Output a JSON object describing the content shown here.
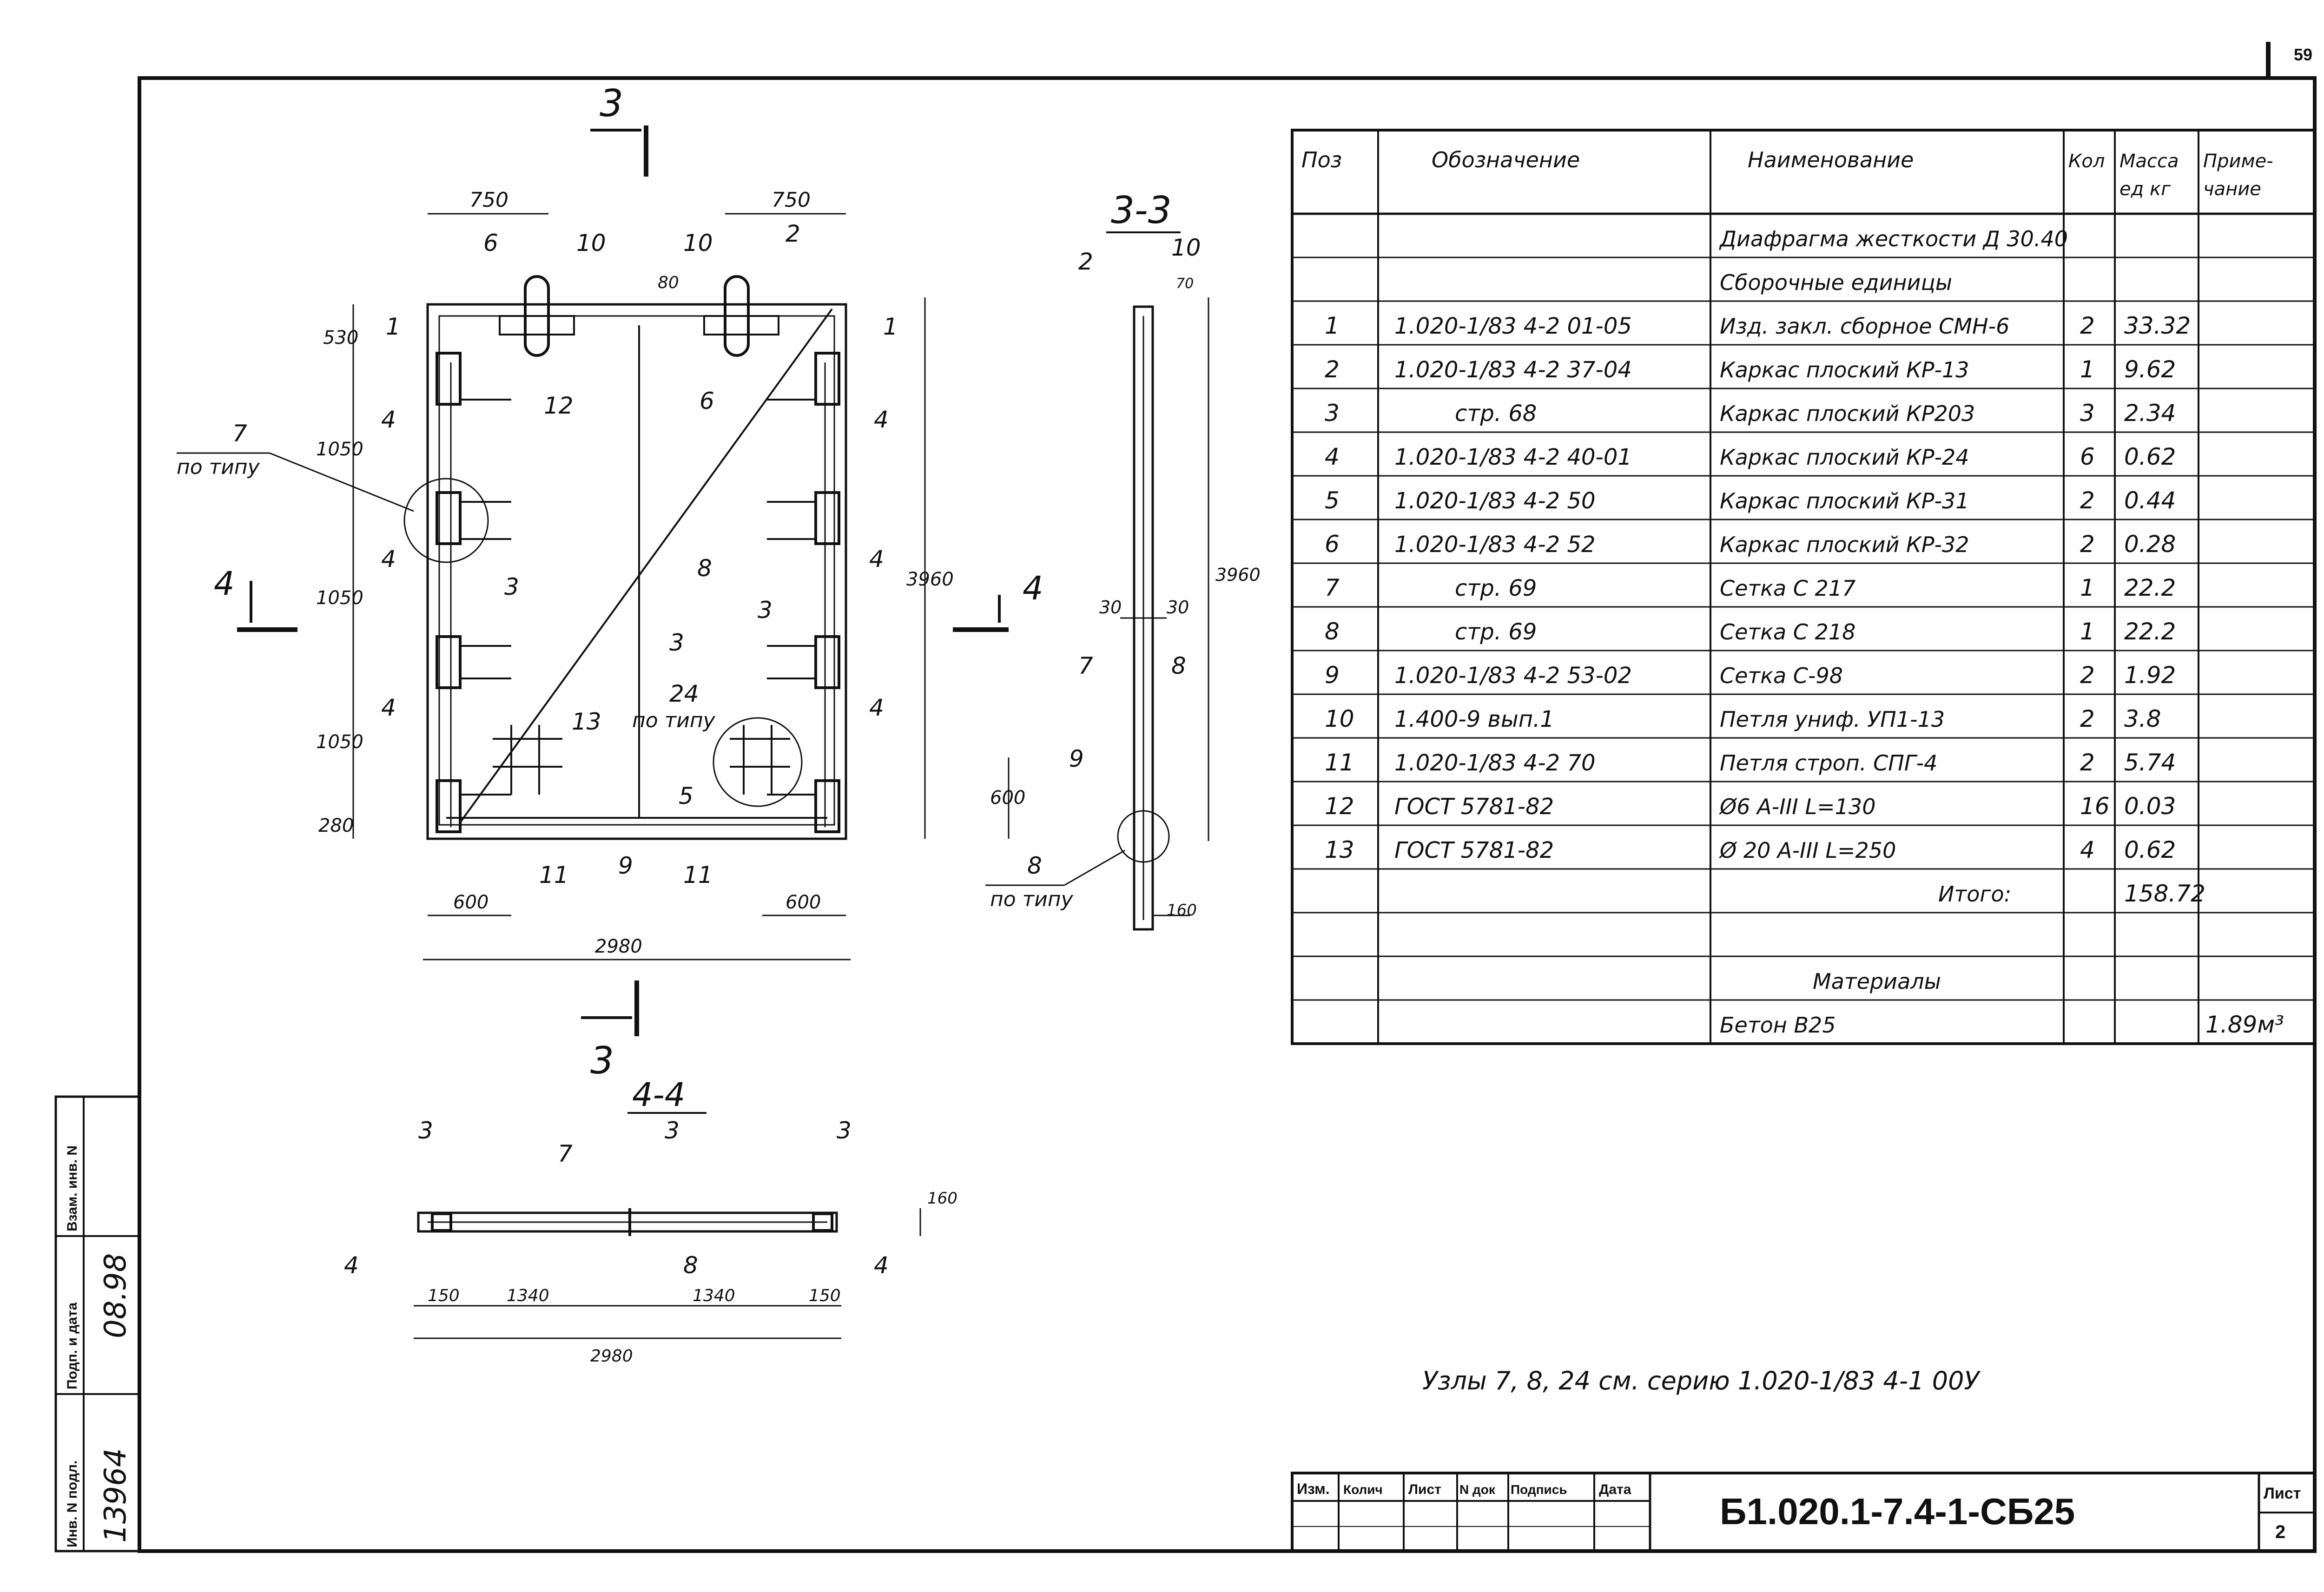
{
  "page_number": "59",
  "drawing": {
    "section_marker": "3",
    "section_marker_4": "4",
    "section_33_title": "3-3",
    "section_44_title": "4-4",
    "front": {
      "dim_top_left": "750",
      "dim_top_right": "750",
      "dim_left": [
        "530",
        "1050",
        "1050",
        "1050",
        "280"
      ],
      "dim_right": "3960",
      "dim_bottom_left": "600",
      "dim_bottom_right": "600",
      "dim_total": "2980",
      "dim_inner_right": "600",
      "dim_top_small": "80",
      "callouts": [
        "1",
        "1",
        "2",
        "3",
        "3",
        "3",
        "4",
        "4",
        "4",
        "4",
        "4",
        "4",
        "5",
        "6",
        "6",
        "7",
        "8",
        "9",
        "10",
        "10",
        "11",
        "11",
        "12",
        "13"
      ],
      "callout_7_note": "по типу",
      "callout_24": "24",
      "callout_24_note": "по типу"
    },
    "section33": {
      "dims": [
        "30",
        "30",
        "3960",
        "160",
        "70"
      ],
      "callouts": [
        "2",
        "10",
        "7",
        "8",
        "9",
        "8"
      ],
      "note": "по типу"
    },
    "section44": {
      "dims": [
        "150",
        "1340",
        "1340",
        "150",
        "2980",
        "160"
      ],
      "callouts": [
        "3",
        "3",
        "3",
        "7",
        "8",
        "4",
        "4"
      ]
    }
  },
  "spec_table": {
    "headers": [
      "Поз",
      "Обозначение",
      "Наименование",
      "Кол",
      "Масса ед кг",
      "Приме- чание"
    ],
    "rows": [
      {
        "pos": "",
        "des": "",
        "name": "Диафрагма жесткости Д 30.40",
        "qty": "",
        "mass": "",
        "note": ""
      },
      {
        "pos": "",
        "des": "",
        "name": "Сборочные единицы",
        "qty": "",
        "mass": "",
        "note": ""
      },
      {
        "pos": "1",
        "des": "1.020-1/83 4-2 01-05",
        "name": "Изд. закл. сборное СМН-6",
        "qty": "2",
        "mass": "33.32",
        "note": ""
      },
      {
        "pos": "2",
        "des": "1.020-1/83 4-2 37-04",
        "name": "Каркас плоский КР-13",
        "qty": "1",
        "mass": "9.62",
        "note": ""
      },
      {
        "pos": "3",
        "des": "стр. 68",
        "name": "Каркас плоский КР203",
        "qty": "3",
        "mass": "2.34",
        "note": ""
      },
      {
        "pos": "4",
        "des": "1.020-1/83 4-2 40-01",
        "name": "Каркас плоский КР-24",
        "qty": "6",
        "mass": "0.62",
        "note": ""
      },
      {
        "pos": "5",
        "des": "1.020-1/83 4-2 50",
        "name": "Каркас плоский КР-31",
        "qty": "2",
        "mass": "0.44",
        "note": ""
      },
      {
        "pos": "6",
        "des": "1.020-1/83 4-2 52",
        "name": "Каркас плоский КР-32",
        "qty": "2",
        "mass": "0.28",
        "note": ""
      },
      {
        "pos": "7",
        "des": "стр. 69",
        "name": "Сетка С 217",
        "qty": "1",
        "mass": "22.2",
        "note": ""
      },
      {
        "pos": "8",
        "des": "стр. 69",
        "name": "Сетка С 218",
        "qty": "1",
        "mass": "22.2",
        "note": ""
      },
      {
        "pos": "9",
        "des": "1.020-1/83 4-2 53-02",
        "name": "Сетка С-98",
        "qty": "2",
        "mass": "1.92",
        "note": ""
      },
      {
        "pos": "10",
        "des": "1.400-9 вып.1",
        "name": "Петля униф. УП1-13",
        "qty": "2",
        "mass": "3.8",
        "note": ""
      },
      {
        "pos": "11",
        "des": "1.020-1/83 4-2 70",
        "name": "Петля строп. СПГ-4",
        "qty": "2",
        "mass": "5.74",
        "note": ""
      },
      {
        "pos": "12",
        "des": "ГОСТ 5781-82",
        "name": "Ø6 A-III L=130",
        "qty": "16",
        "mass": "0.03",
        "note": ""
      },
      {
        "pos": "13",
        "des": "ГОСТ 5781-82",
        "name": "Ø 20 A-III L=250",
        "qty": "4",
        "mass": "0.62",
        "note": ""
      },
      {
        "pos": "",
        "des": "",
        "name": "Итого:",
        "qty": "",
        "mass": "158.72",
        "note": ""
      },
      {
        "pos": "",
        "des": "",
        "name": "",
        "qty": "",
        "mass": "",
        "note": ""
      },
      {
        "pos": "",
        "des": "",
        "name": "Материалы",
        "qty": "",
        "mass": "",
        "note": ""
      },
      {
        "pos": "",
        "des": "",
        "name": "Бетон B25",
        "qty": "",
        "mass": "",
        "note": "1.89м³"
      }
    ]
  },
  "note_text": "Узлы 7, 8, 24 см. серию 1.020-1/83 4-1 00У",
  "title_block": {
    "cols": [
      "Изм.",
      "Колич",
      "Лист",
      "N док",
      "Подпись",
      "Дата"
    ],
    "doc_code": "Б1.020.1-7.4-1-СБ25",
    "sheet_label": "Лист",
    "sheet_number": "2"
  },
  "side_stamp": {
    "labels": [
      "Инв. N подл.",
      "Подп. и дата",
      "Взам. инв. N"
    ],
    "inv_number": "13964",
    "date_sign": "08.98"
  }
}
